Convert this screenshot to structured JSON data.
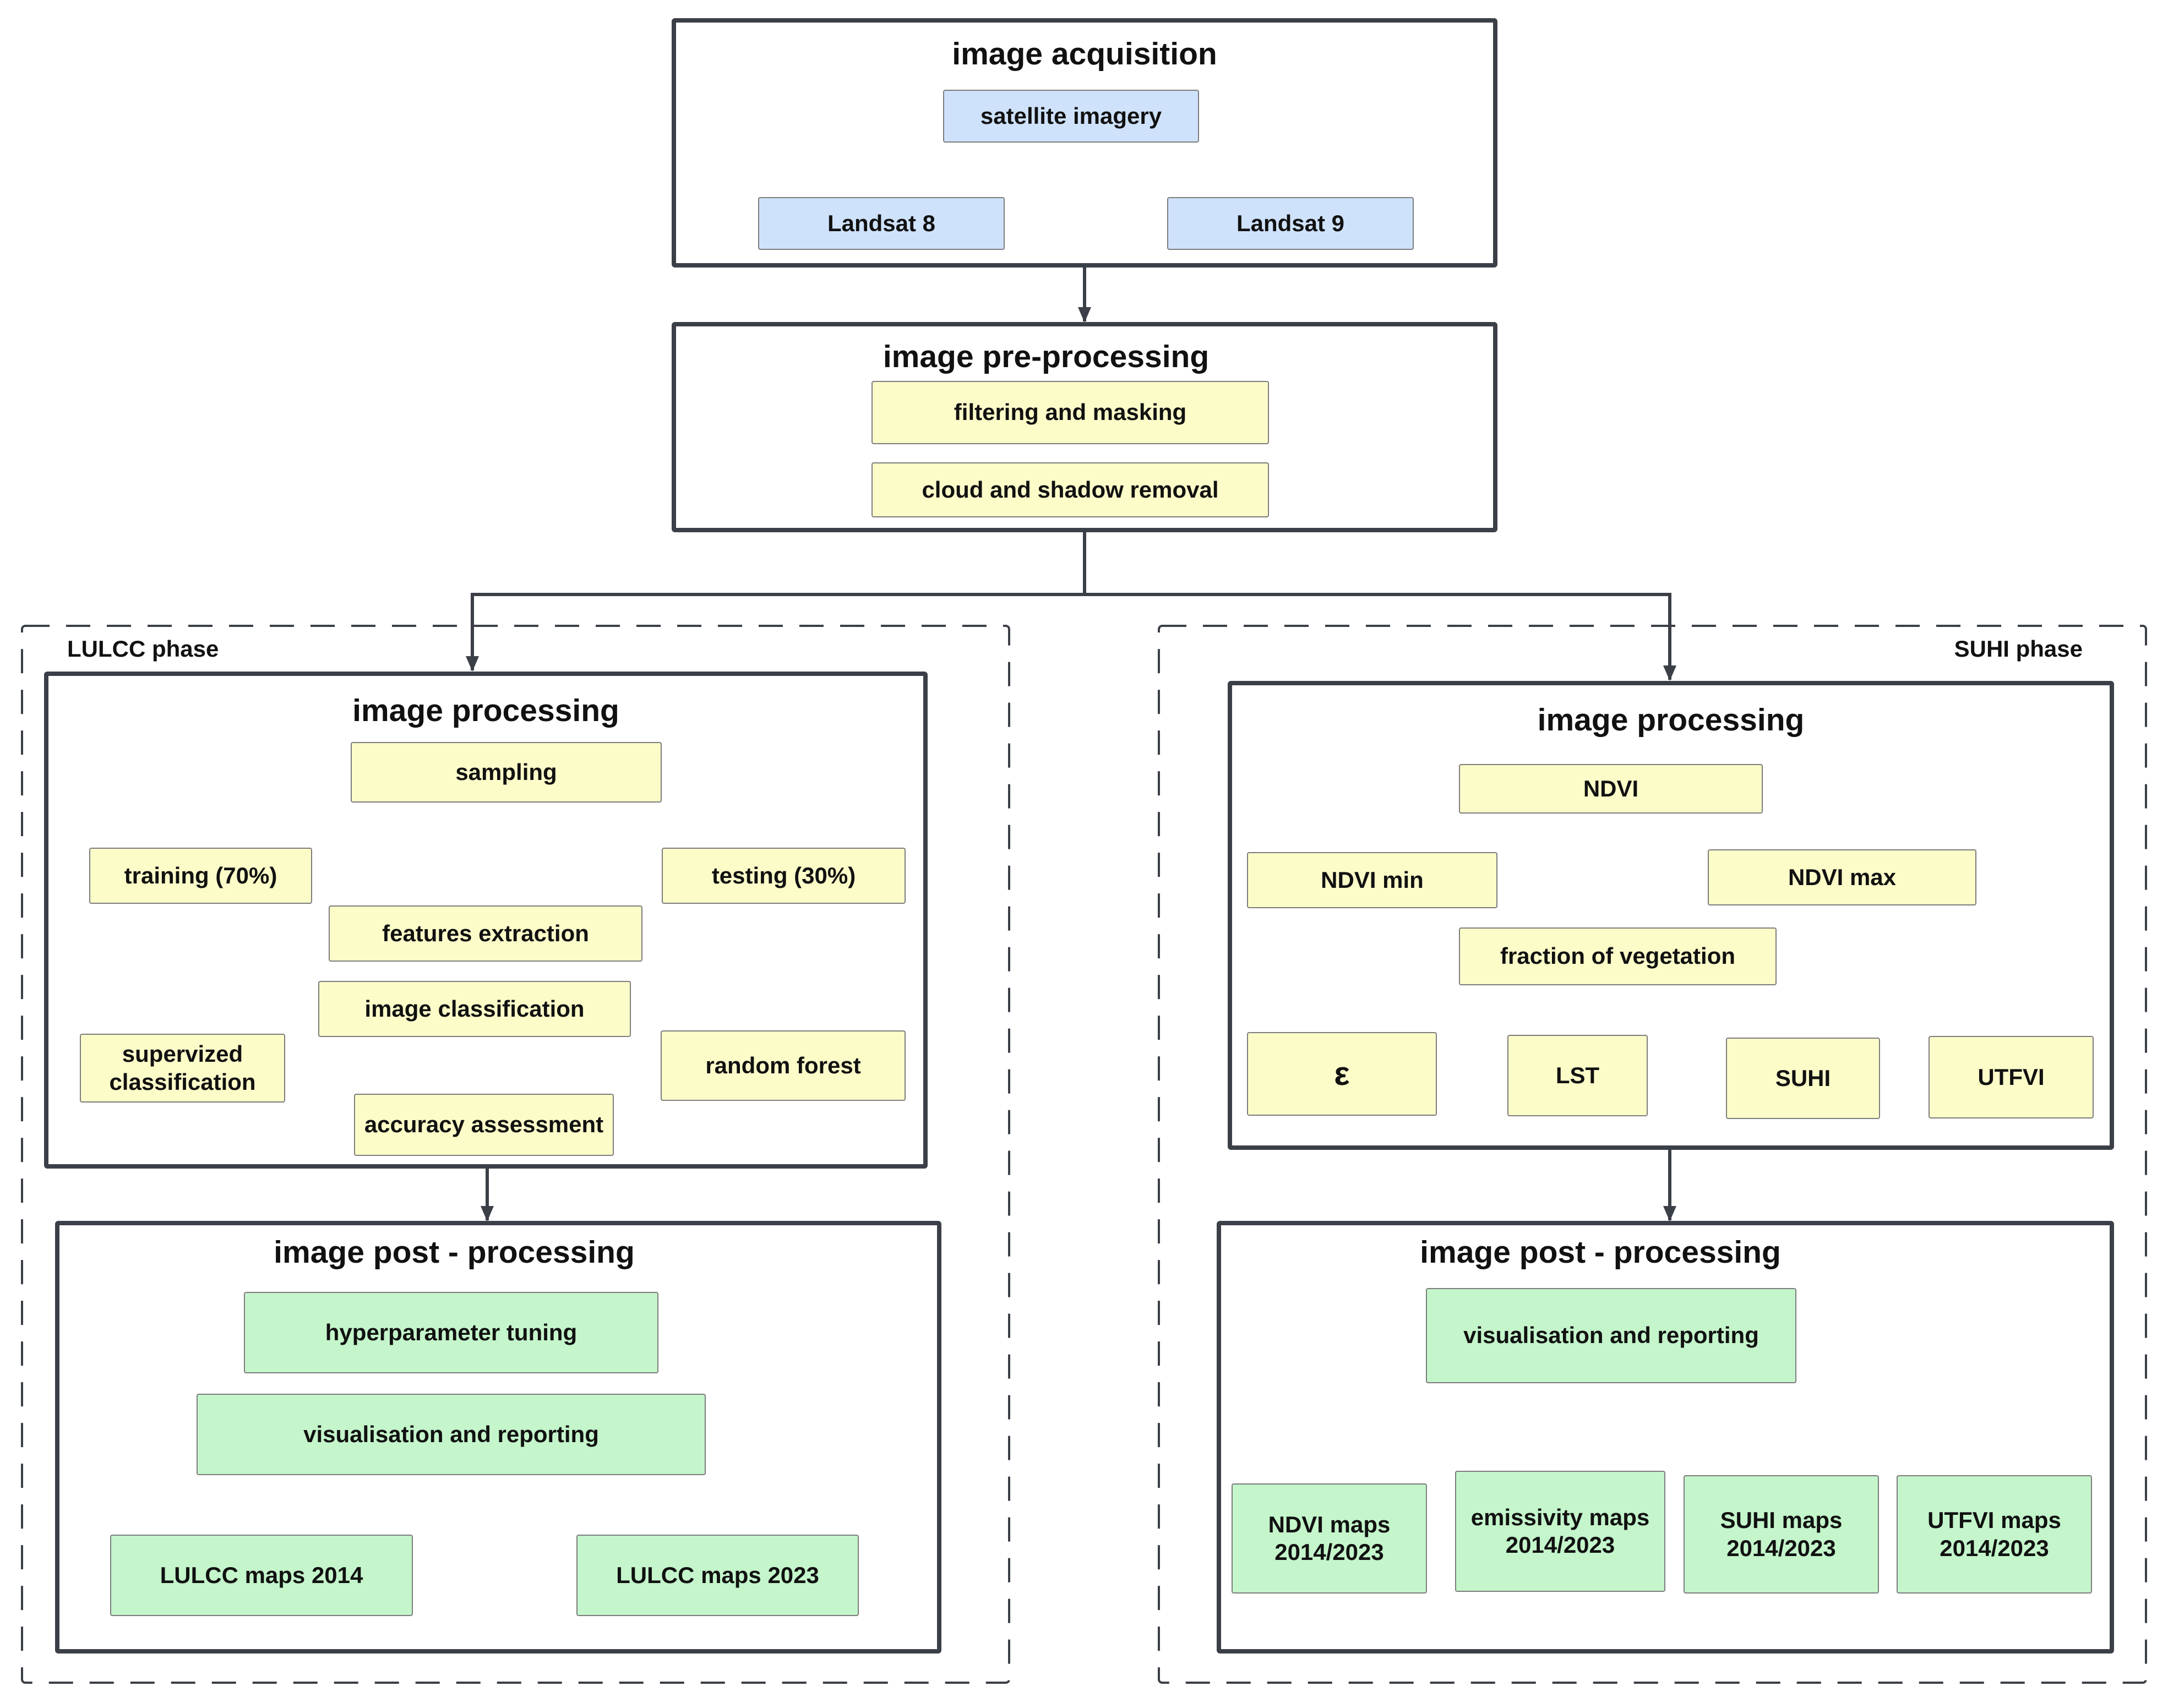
{
  "acquisition": {
    "title": "image acquisition",
    "nodes": {
      "satellite": "satellite imagery",
      "landsat8": "Landsat 8",
      "landsat9": "Landsat 9"
    }
  },
  "preprocessing": {
    "title": "image pre-processing",
    "nodes": {
      "filtering": "filtering and masking",
      "cloud": "cloud and shadow removal"
    }
  },
  "lulcc": {
    "phase_label": "LULCC phase",
    "processing": {
      "title": "image processing",
      "nodes": {
        "sampling": "sampling",
        "training": "training (70%)",
        "testing": "testing (30%)",
        "features": "features extraction",
        "classification": "image classification",
        "supervised": "supervized\nclassification",
        "random_forest": "random forest",
        "accuracy": "accuracy assessment"
      }
    },
    "post": {
      "title": "image post - processing",
      "nodes": {
        "hyperparameter": "hyperparameter tuning",
        "visualisation": "visualisation and reporting",
        "maps2014": "LULCC maps 2014",
        "maps2023": "LULCC maps 2023"
      }
    }
  },
  "suhi": {
    "phase_label": "SUHI phase",
    "processing": {
      "title": "image processing",
      "nodes": {
        "ndvi": "NDVI",
        "ndvi_min": "NDVI min",
        "ndvi_max": "NDVI max",
        "fraction": "fraction of vegetation",
        "epsilon": "ε",
        "lst": "LST",
        "suhi": "SUHI",
        "utfvi": "UTFVI"
      }
    },
    "post": {
      "title": "image post - processing",
      "nodes": {
        "visualisation": "visualisation and reporting",
        "ndvi_maps": "NDVI maps\n2014/2023",
        "emissivity_maps": "emissivity maps\n2014/2023",
        "suhi_maps": "SUHI maps\n2014/2023",
        "utfvi_maps": "UTFVI maps\n2014/2023"
      }
    }
  },
  "colors": {
    "acquisition_fill": "#cfe2fc",
    "processing_fill": "#fcfcc9",
    "post_fill": "#c4f5cb",
    "panel_border": "#3b3f47",
    "connector": "#3b3f47"
  }
}
